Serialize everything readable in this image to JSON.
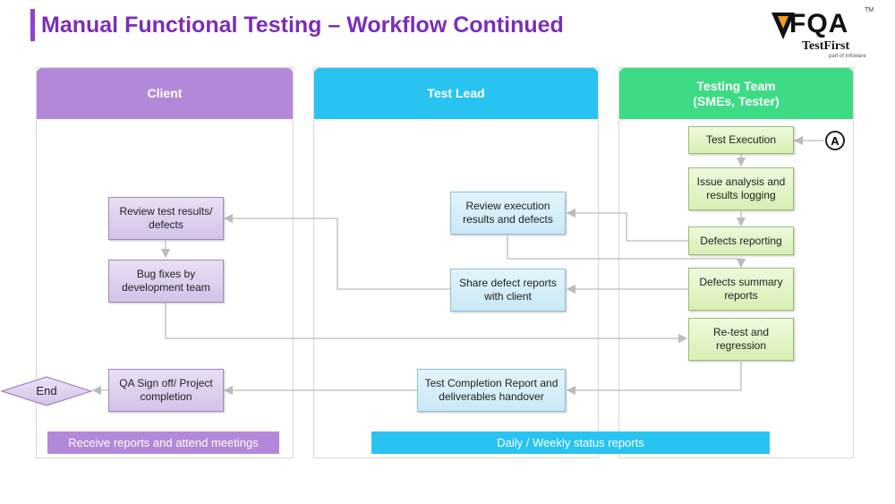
{
  "title": "Manual Functional Testing – Workflow Continued",
  "logo": {
    "brand": "FQA",
    "tagline": "TestFirst",
    "subtext": "part of Infoware",
    "tm": "TM"
  },
  "lanes": {
    "client": {
      "title": "Client",
      "color": "#b388d9"
    },
    "lead": {
      "title": "Test Lead",
      "color": "#29c3f2"
    },
    "team": {
      "title_line1": "Testing Team",
      "title_line2": "(SMEs, Tester)",
      "color": "#3ddc84"
    }
  },
  "boxes": {
    "review_results": "Review test results/ defects",
    "bug_fixes": "Bug fixes by development team",
    "qa_signoff": "QA Sign off/ Project completion",
    "review_execution": "Review execution results and defects",
    "share_defect": "Share defect reports with client",
    "completion_report": "Test Completion Report and deliverables handover",
    "test_execution": "Test Execution",
    "issue_analysis": "Issue analysis and results logging",
    "defects_reporting": "Defects reporting",
    "defects_summary": "Defects summary reports",
    "retest": "Re-test and regression"
  },
  "end_label": "End",
  "connector_label": "A",
  "footers": {
    "client": "Receive reports and attend meetings",
    "lead": "Daily / Weekly status reports"
  }
}
